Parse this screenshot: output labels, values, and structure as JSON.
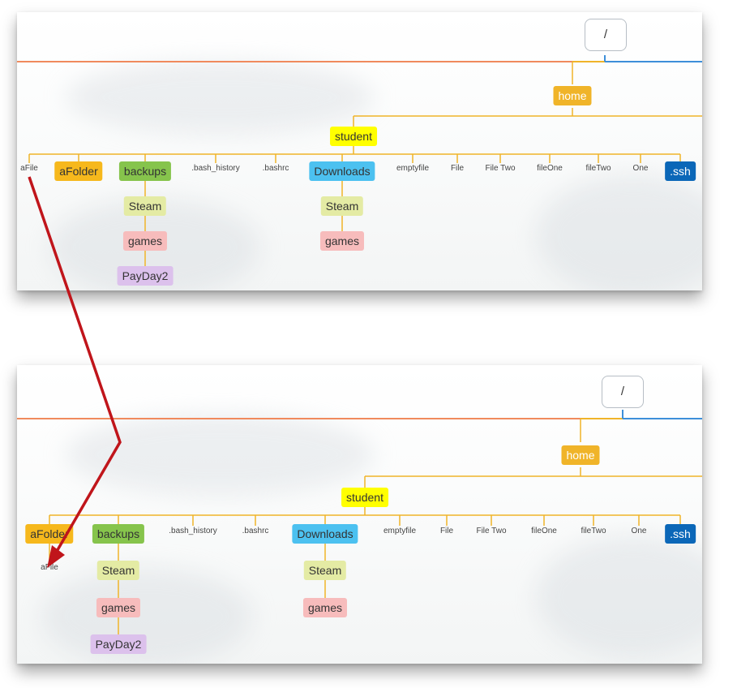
{
  "colors": {
    "branch": "#f0b429",
    "left_rail": "#f08a5d",
    "right_rail": "#3d8fd9",
    "arrow": "#c0151b"
  },
  "top": {
    "root": "/",
    "home": "home",
    "student": "student",
    "children": [
      "aFile",
      "aFolder",
      "backups",
      ".bash_history",
      ".bashrc",
      "Downloads",
      "emptyfile",
      "File",
      "File Two",
      "fileOne",
      "fileTwo",
      "One",
      ".ssh"
    ],
    "backups_chain": [
      "Steam",
      "games",
      "PayDay2"
    ],
    "downloads_chain": [
      "Steam",
      "games"
    ]
  },
  "bottom": {
    "root": "/",
    "home": "home",
    "student": "student",
    "children": [
      "aFolder",
      "backups",
      ".bash_history",
      ".bashrc",
      "Downloads",
      "emptyfile",
      "File",
      "File Two",
      "fileOne",
      "fileTwo",
      "One",
      ".ssh"
    ],
    "afolder_child": "aFile",
    "backups_chain": [
      "Steam",
      "games",
      "PayDay2"
    ],
    "downloads_chain": [
      "Steam",
      "games"
    ]
  }
}
